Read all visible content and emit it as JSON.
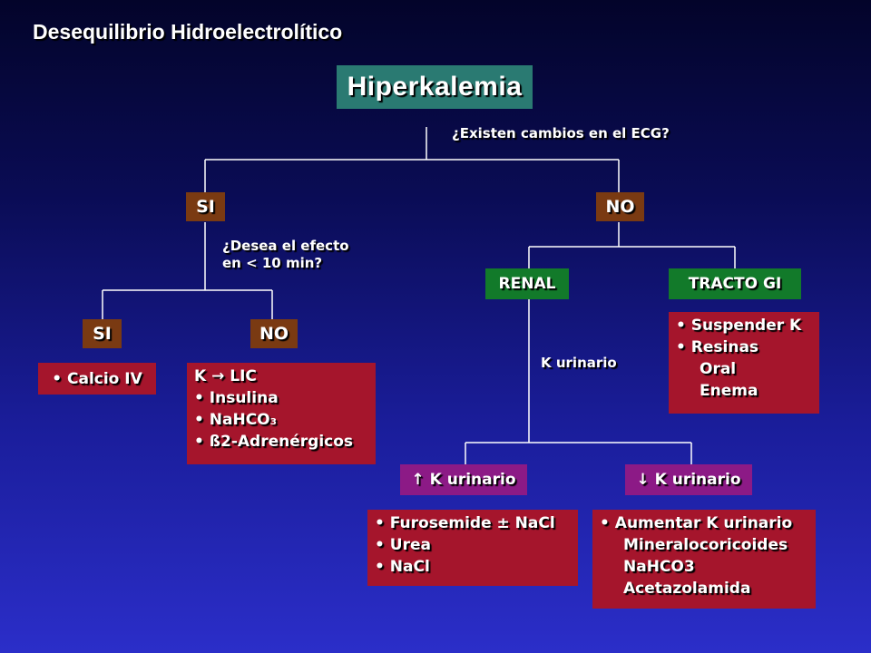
{
  "slide_title": "Desequilibrio Hidroelectrolítico",
  "main_title": "Hiperkalemia",
  "question_ecg": "¿Existen cambios en el ECG?",
  "si_top": "SI",
  "no_top": "NO",
  "question_effect": [
    "¿Desea el efecto",
    "en < 10 min?"
  ],
  "si_sub": "SI",
  "no_sub": "NO",
  "calcio_box": "• Calcio IV",
  "lic_box": {
    "header": "K → LIC",
    "items": [
      "• Insulina",
      "• NaHCO₃",
      "• ß2-Adrenérgicos"
    ]
  },
  "renal": "RENAL",
  "tracto_gi": "TRACTO GI",
  "gi_box": {
    "items": [
      "• Suspender K",
      "• Resinas"
    ],
    "sub_items": [
      "Oral",
      "Enema"
    ]
  },
  "k_urinario_label": "K urinario",
  "k_up": "↑ K urinario",
  "k_down": "↓ K urinario",
  "up_box": [
    "• Furosemide ± NaCl",
    "• Urea",
    "• NaCl"
  ],
  "down_box": {
    "header": "• Aumentar K urinario",
    "sub_items": [
      "Mineralocoricoides",
      "NaHCO3",
      "Acetazolamida"
    ]
  }
}
